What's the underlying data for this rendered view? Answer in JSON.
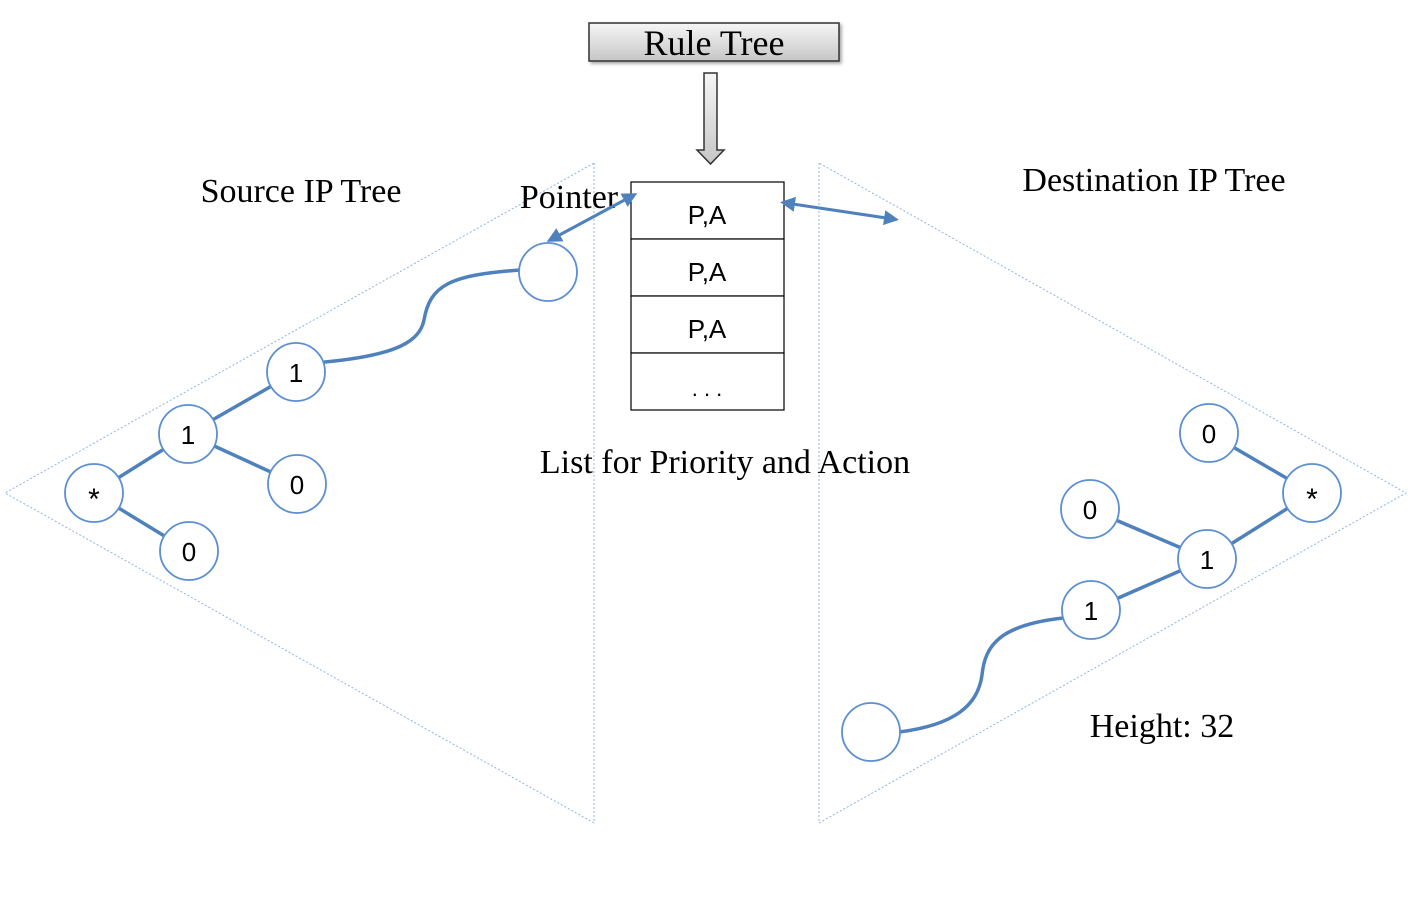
{
  "header": {
    "title": "Rule Tree"
  },
  "labels": {
    "source_tree": "Source IP Tree",
    "destination_tree": "Destination IP Tree",
    "pointer": "Pointer",
    "list_caption": "List for Priority and Action",
    "height": "Height: 32"
  },
  "list": {
    "cells": [
      "P,A",
      "P,A",
      "P,A",
      ". . ."
    ]
  },
  "source_tree": {
    "nodes": {
      "root": "*",
      "n1": "1",
      "n2": "0",
      "n3": "1",
      "n4": "0",
      "leaf": ""
    }
  },
  "destination_tree": {
    "nodes": {
      "root": "*",
      "n1": "0",
      "n2": "1",
      "n3": "0",
      "n4": "1",
      "leaf": ""
    }
  },
  "colors": {
    "node_stroke": "#5b8fd1",
    "edge": "#4f81bd",
    "triangle": "#8fb4e3",
    "button_top": "#f4f4f4",
    "button_bottom": "#c9c9c9"
  }
}
